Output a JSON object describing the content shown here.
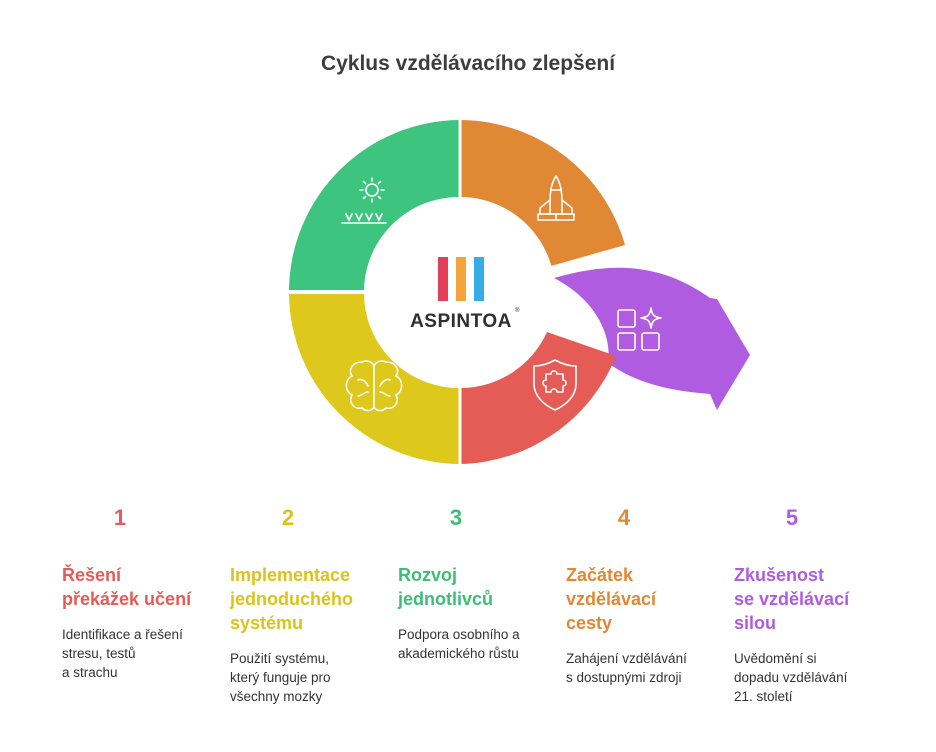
{
  "title": "Cyklus vzdělávacího zlepšení",
  "logo": {
    "text": "ASPINTOA",
    "registered": "®",
    "bar_colors": [
      "#e23f58",
      "#f4a53a",
      "#35aee8"
    ]
  },
  "segments": [
    {
      "name": "top-right",
      "color": "#e08834",
      "icon": "rocket-icon"
    },
    {
      "name": "bottom-right",
      "color": "#e45c55",
      "icon": "shield-puzzle-icon"
    },
    {
      "name": "bottom-left",
      "color": "#ddc81b",
      "icon": "brain-icon"
    },
    {
      "name": "top-left",
      "color": "#3dc47e",
      "icon": "sun-sprout-icon"
    },
    {
      "name": "arrow",
      "color": "#b05ce0",
      "icon": "apps-sparkle-icon"
    }
  ],
  "steps": [
    {
      "number": "1",
      "title": "Řešení\npřekážek učení",
      "description": "Identifikace a řešení\nstresu, testů\na strachu",
      "color": "#e45c55"
    },
    {
      "number": "2",
      "title": "Implementace\njednoduchého\nsystému",
      "description": "Použití systému,\nkterý funguje pro\nvšechny mozky",
      "color": "#dcc21b"
    },
    {
      "number": "3",
      "title": "Rozvoj\njednotlivců",
      "description": "Podpora osobního a\nakademického růstu",
      "color": "#3dbd76"
    },
    {
      "number": "4",
      "title": "Začátek\nvzdělávací\ncesty",
      "description": "Zahájení vzdělávání\ns dostupnými zdroji",
      "color": "#e08834"
    },
    {
      "number": "5",
      "title": "Zkušenost\nse vzdělávací\nsilou",
      "description": "Uvědomění si\ndopadu vzdělávání\n21. století",
      "color": "#b05ce0"
    }
  ]
}
